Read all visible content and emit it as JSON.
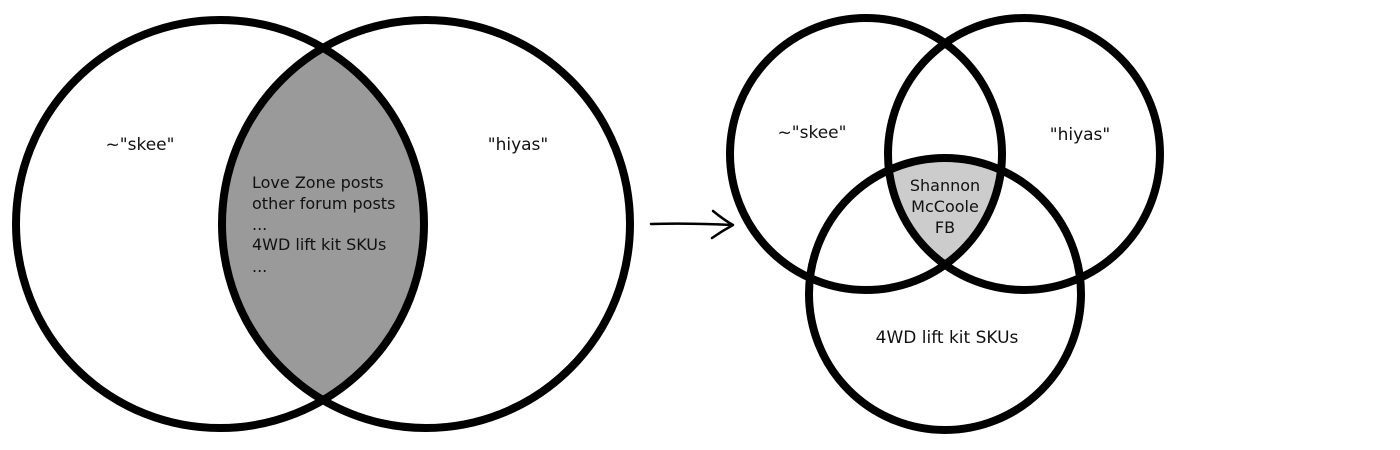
{
  "diagram_left": {
    "set_a_label": "~\"skee\"",
    "set_b_label": "\"hiyas\"",
    "intersection_lines": [
      "Love Zone posts",
      "other forum posts",
      "...",
      "4WD lift kit SKUs",
      "..."
    ],
    "intersection_fill": "#9a9a9a"
  },
  "diagram_right": {
    "set_a_label": "~\"skee\"",
    "set_b_label": "\"hiyas\"",
    "set_c_label": "4WD lift kit SKUs",
    "center_lines": [
      "Shannon",
      "McCoole",
      "FB"
    ],
    "center_fill": "#cccccc"
  },
  "colors": {
    "stroke": "#000000",
    "background": "#ffffff"
  },
  "icons": {
    "transition": "arrow-right-icon"
  }
}
